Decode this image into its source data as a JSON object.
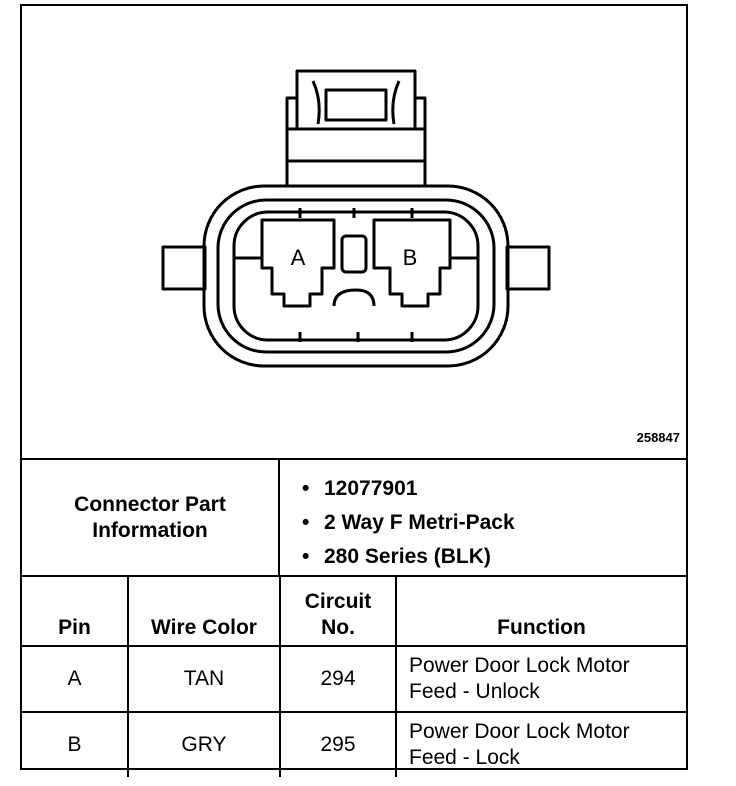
{
  "figure_number": "258847",
  "connector": {
    "cavity_labels": [
      "A",
      "B"
    ]
  },
  "info": {
    "label_line1": "Connector Part",
    "label_line2": "Information",
    "items": [
      "12077901",
      "2 Way F Metri-Pack",
      "280 Series (BLK)"
    ]
  },
  "table": {
    "headers": {
      "pin": "Pin",
      "wire_color": "Wire Color",
      "circuit_line1": "Circuit",
      "circuit_line2": "No.",
      "function": "Function"
    },
    "rows": [
      {
        "pin": "A",
        "wire_color": "TAN",
        "circuit": "294",
        "function_line1": "Power Door Lock Motor",
        "function_line2": "Feed - Unlock"
      },
      {
        "pin": "B",
        "wire_color": "GRY",
        "circuit": "295",
        "function_line1": "Power Door Lock Motor",
        "function_line2": "Feed - Lock"
      }
    ]
  }
}
